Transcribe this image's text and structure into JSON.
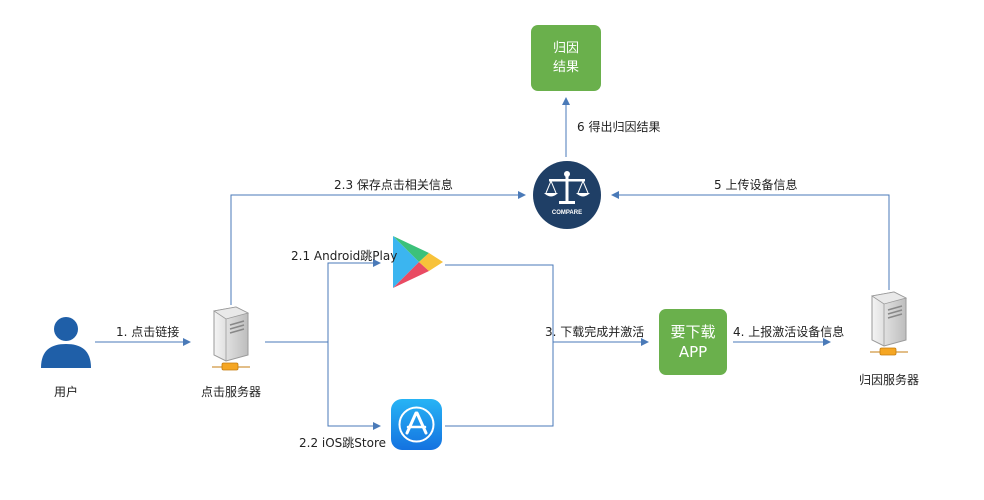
{
  "colors": {
    "line": "#4a7ab8",
    "green": "#6ab04c",
    "compare_bg": "#1f3f66",
    "user": "#1f5fa8",
    "appstore": "#1a8ee8"
  },
  "icons": {
    "user": "user-icon",
    "click_server": "server-icon",
    "attribution_server": "server-icon",
    "compare": "scales-icon",
    "google_play": "google-play-icon",
    "app_store": "app-store-icon"
  },
  "nodes": {
    "user": "用户",
    "click_server": "点击服务器",
    "attribution_server": "归因服务器",
    "result": {
      "line1": "归因",
      "line2": "结果"
    },
    "app": {
      "line1": "要下载",
      "line2": "APP"
    },
    "compare": "COMPARE"
  },
  "edges": {
    "e1": "1. 点击链接",
    "e21": "2.1 Android跳Play",
    "e22": "2.2 iOS跳Store",
    "e23": "2.3 保存点击相关信息",
    "e3": "3. 下载完成并激活",
    "e4": "4. 上报激活设备信息",
    "e5": "5 上传设备信息",
    "e6": "6 得出归因结果"
  }
}
